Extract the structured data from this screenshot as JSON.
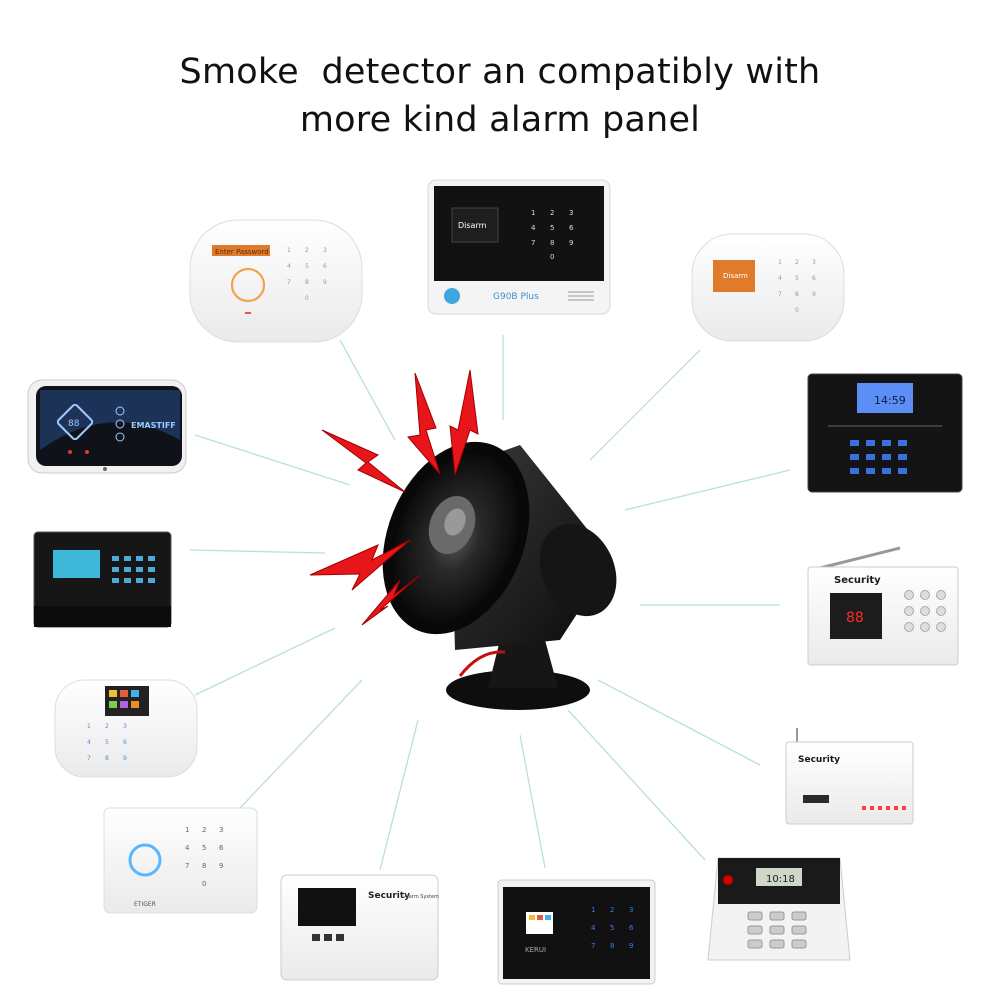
{
  "headline": {
    "line1": "Smoke  detector an compatibly with",
    "line2": "more kind alarm panel"
  },
  "panel_labels": {
    "enter_password": "Enter Password",
    "disarm": "Disarm",
    "disarm_small": "Disarm",
    "g90b_model": "G90B Plus",
    "emastiff_brand": "EMASTIFF",
    "lcd_time": "14:59",
    "security_brand": "Security",
    "security_sub": "Alarm System",
    "led_digits": "88",
    "etiger_brand": "ETIGER",
    "kerui_brand": "KERUI",
    "led_display": "10:18"
  },
  "colors": {
    "bolt_red": "#e8161b",
    "siren_black": "#111111",
    "ray_line": "#b9dfe0",
    "panel_white": "#f7f7f7",
    "panel_black": "#121212",
    "lcd_orange": "#e07b2c",
    "lcd_blue": "#3b7fe0",
    "led_red": "#d40000"
  },
  "icons": [
    "siren-icon",
    "lightning-bolt-icon"
  ]
}
